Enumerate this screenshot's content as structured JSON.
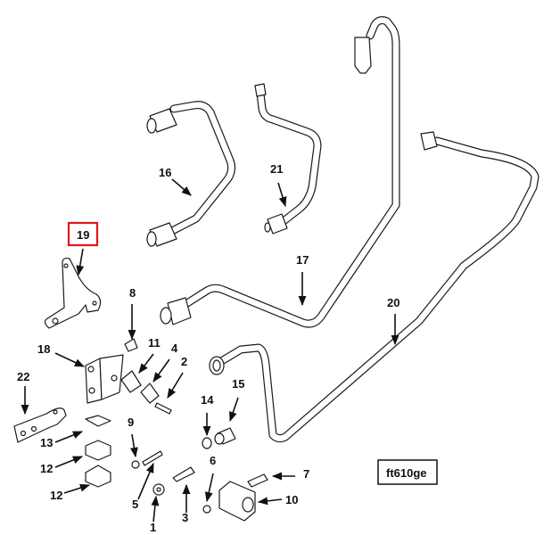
{
  "diagram": {
    "reference_code": "ft610ge",
    "highlight_color": "#e0161b",
    "highlighted_callout": "19",
    "callouts": [
      {
        "id": "1",
        "label": "1"
      },
      {
        "id": "2",
        "label": "2"
      },
      {
        "id": "3",
        "label": "3"
      },
      {
        "id": "4",
        "label": "4"
      },
      {
        "id": "5",
        "label": "5"
      },
      {
        "id": "6",
        "label": "6"
      },
      {
        "id": "7",
        "label": "7"
      },
      {
        "id": "8",
        "label": "8"
      },
      {
        "id": "9",
        "label": "9"
      },
      {
        "id": "10",
        "label": "10"
      },
      {
        "id": "11",
        "label": "11"
      },
      {
        "id": "12a",
        "label": "12"
      },
      {
        "id": "12b",
        "label": "12"
      },
      {
        "id": "13",
        "label": "13"
      },
      {
        "id": "14",
        "label": "14"
      },
      {
        "id": "15",
        "label": "15"
      },
      {
        "id": "16",
        "label": "16"
      },
      {
        "id": "17",
        "label": "17"
      },
      {
        "id": "18",
        "label": "18"
      },
      {
        "id": "19",
        "label": "19"
      },
      {
        "id": "20",
        "label": "20"
      },
      {
        "id": "21",
        "label": "21"
      },
      {
        "id": "22",
        "label": "22"
      }
    ]
  }
}
